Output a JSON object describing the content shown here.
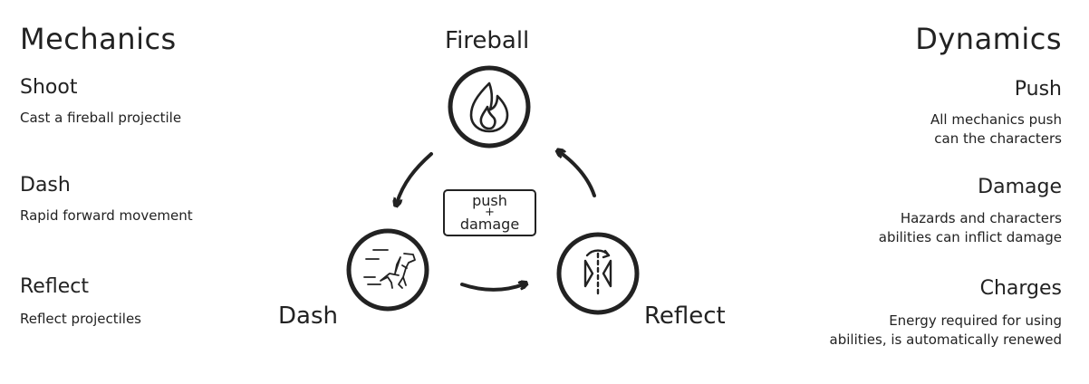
{
  "mechanics": {
    "title": "Mechanics",
    "items": [
      {
        "name": "Shoot",
        "desc": "Cast a fireball projectile"
      },
      {
        "name": "Dash",
        "desc": "Rapid forward movement"
      },
      {
        "name": "Reflect",
        "desc": "Reflect projectiles"
      }
    ]
  },
  "dynamics": {
    "title": "Dynamics",
    "items": [
      {
        "name": "Push",
        "desc_lines": [
          "All mechanics push",
          "can the characters"
        ]
      },
      {
        "name": "Damage",
        "desc_lines": [
          "Hazards and characters",
          "abilities can inflict damage"
        ]
      },
      {
        "name": "Charges",
        "desc_lines": [
          "Energy required for using",
          "abilities, is automatically renewed"
        ]
      }
    ]
  },
  "cycle": {
    "nodes": [
      {
        "label": "Fireball",
        "icon": "fire-icon"
      },
      {
        "label": "Dash",
        "icon": "dino-dash-icon"
      },
      {
        "label": "Reflect",
        "icon": "reflect-icon"
      }
    ],
    "center": {
      "line1": "push",
      "plus": "+",
      "line2": "damage"
    }
  }
}
